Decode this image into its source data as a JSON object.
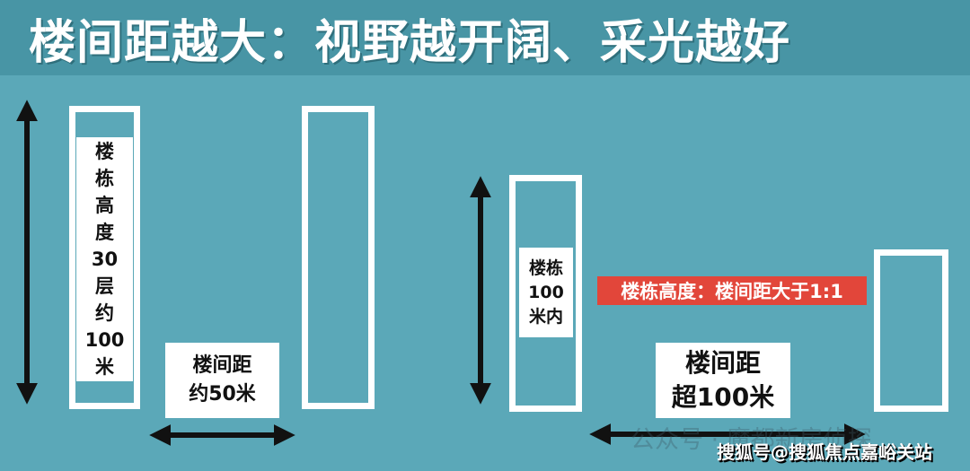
{
  "title": "楼间距越大：视野越开阔、采光越好",
  "left": {
    "building_label": [
      "楼",
      "栋",
      "高",
      "度",
      "30",
      "层",
      "约",
      "100",
      "米"
    ],
    "spacing_label": [
      "楼间距",
      "约50米"
    ]
  },
  "right": {
    "building_label": [
      "楼栋",
      "100",
      "米内"
    ],
    "ratio_label": "楼栋高度：楼间距大于1:1",
    "spacing_label": [
      "楼间距",
      "超100米"
    ]
  },
  "watermark": "公众号 · 魔都新房侦探",
  "source": "搜狐号@搜狐焦点嘉峪关站",
  "colors": {
    "background": "#5ba8b8",
    "title_bar": "#4895a5",
    "accent_red": "#e2463a"
  }
}
